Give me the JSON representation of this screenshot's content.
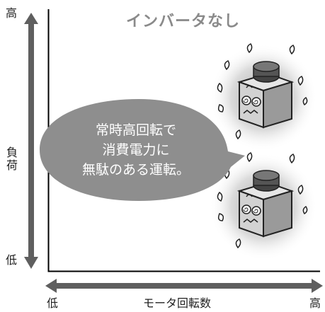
{
  "title": "インバータなし",
  "y_axis": {
    "high": "高",
    "label_line1": "負",
    "label_line2": "荷",
    "low": "低"
  },
  "x_axis": {
    "low": "低",
    "label": "モータ回転数",
    "high": "高"
  },
  "bubble": {
    "line1": "常時高回転で",
    "line2": "消費電力に",
    "line3": "無駄のある運転。"
  },
  "colors": {
    "axis_arrow": "#5f5f5f",
    "axis_line": "#000000",
    "bubble_fill": "#8e8e8e",
    "glow": "#b8b8b8",
    "title": "#8a8a8a"
  },
  "icons": [
    "stressed-motor-icon",
    "stressed-motor-icon"
  ]
}
